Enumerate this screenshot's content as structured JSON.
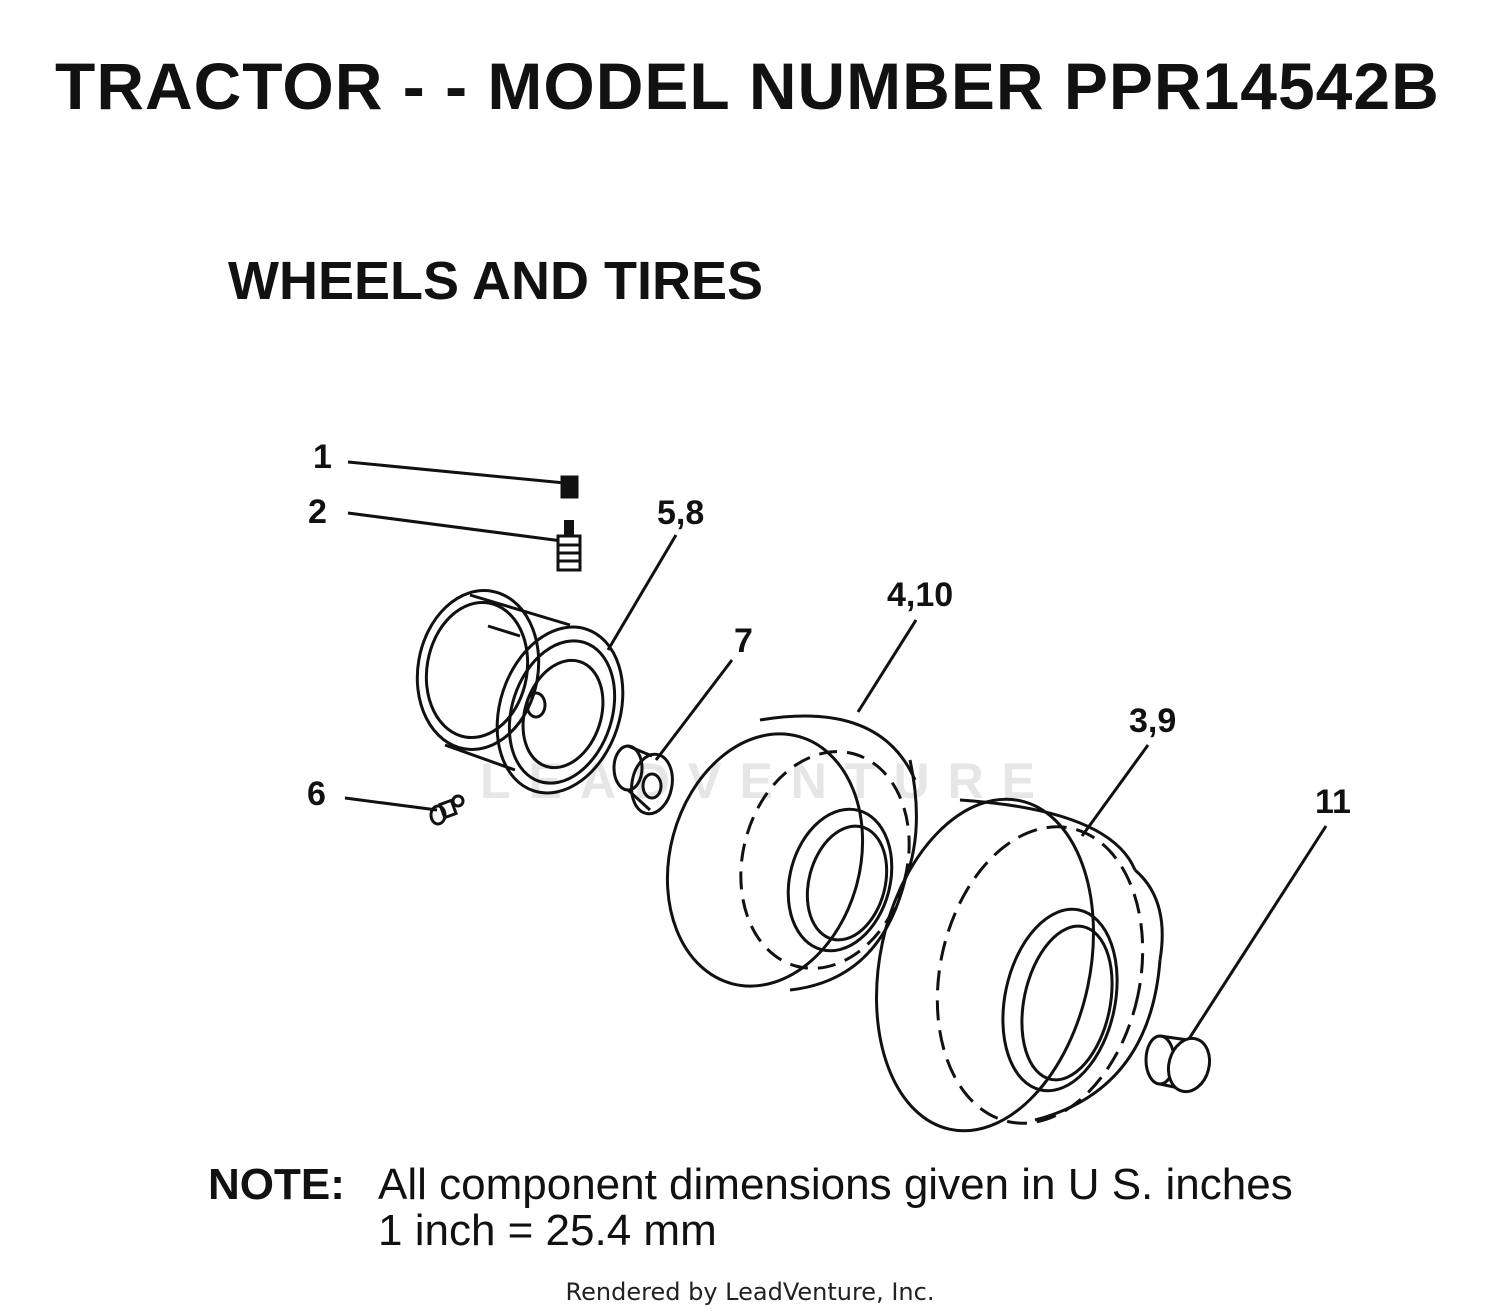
{
  "header": {
    "title": "TRACTOR - - MODEL NUMBER PPR14542B",
    "section": "WHEELS AND TIRES"
  },
  "diagram": {
    "callouts": [
      "1",
      "2",
      "5,8",
      "4,10",
      "7",
      "3,9",
      "6",
      "11"
    ]
  },
  "note": {
    "label": "NOTE:",
    "line1": "All component dimensions given in U S. inches",
    "line2": "1 inch = 25.4 mm"
  },
  "footer": {
    "text": "Rendered by LeadVenture, Inc."
  },
  "watermark": {
    "text": "LEADVENTURE"
  }
}
